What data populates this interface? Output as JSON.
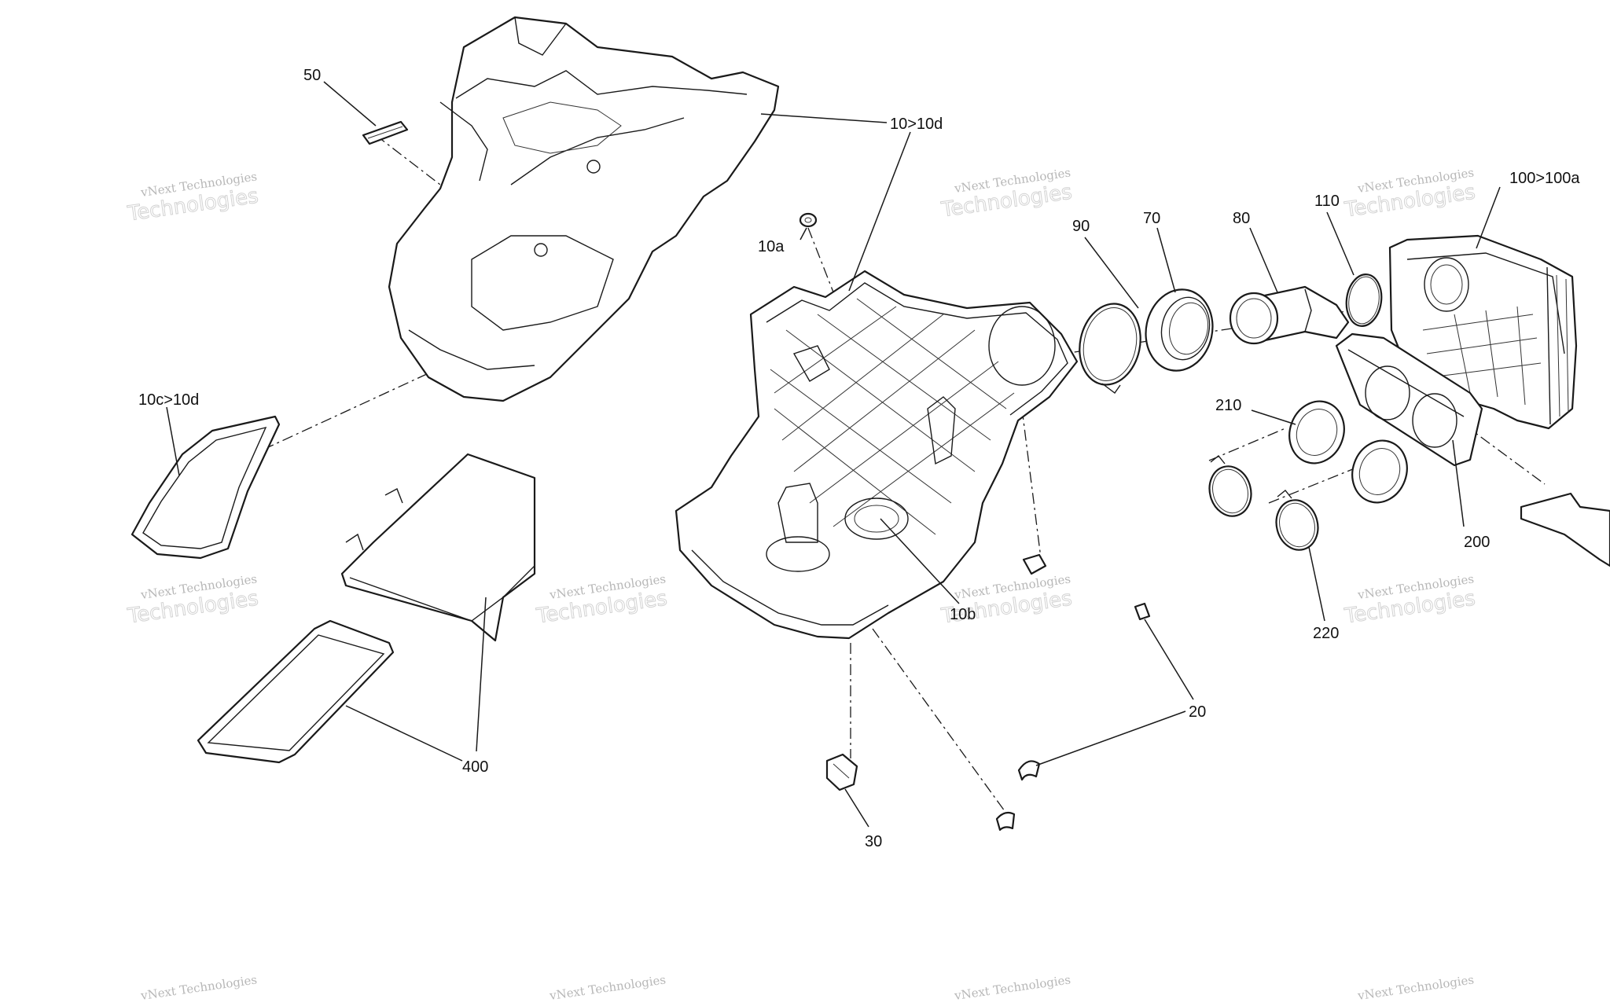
{
  "callouts": {
    "c50": "50",
    "c10_10d": "10>10d",
    "c10a": "10a",
    "c10c_10d": "10c>10d",
    "c90": "90",
    "c70": "70",
    "c80": "80",
    "c110": "110",
    "c100_100a": "100>100a",
    "c210": "210",
    "c200": "200",
    "c220": "220",
    "c10b": "10b",
    "c20": "20",
    "c30": "30",
    "c400": "400"
  },
  "watermark": {
    "line1": "vNext Technologies",
    "line2": "Technologies"
  }
}
